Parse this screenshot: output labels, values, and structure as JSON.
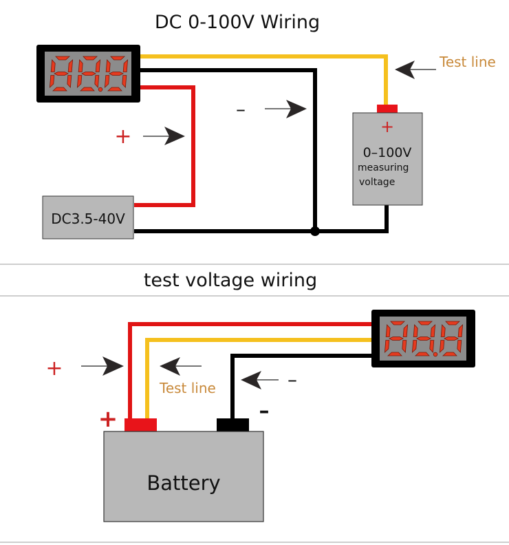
{
  "diagram": {
    "section1": {
      "title": "DC 0-100V Wiring",
      "display_reading": "88.8",
      "power_supply_label": "DC3.5-40V",
      "measured_source": {
        "plus_symbol": "+",
        "line1": "0–100V",
        "line2": "measuring",
        "line3": "voltage"
      },
      "test_line_label": "Test line",
      "plus_label": "+",
      "minus_label": "–"
    },
    "section2": {
      "title": "test voltage wiring",
      "display_reading": "88.8",
      "battery_label": "Battery",
      "test_line_label": "Test line",
      "plus_label": "+",
      "minus_label": "–",
      "terminal_plus": "+",
      "terminal_minus": "–"
    },
    "colors": {
      "red_wire": "#e01414",
      "yellow_wire": "#f5c01e",
      "black_wire": "#000000",
      "box_fill": "#b8b8b8",
      "display_segments": "#e53b1f",
      "test_line_text": "#c8893a"
    }
  }
}
